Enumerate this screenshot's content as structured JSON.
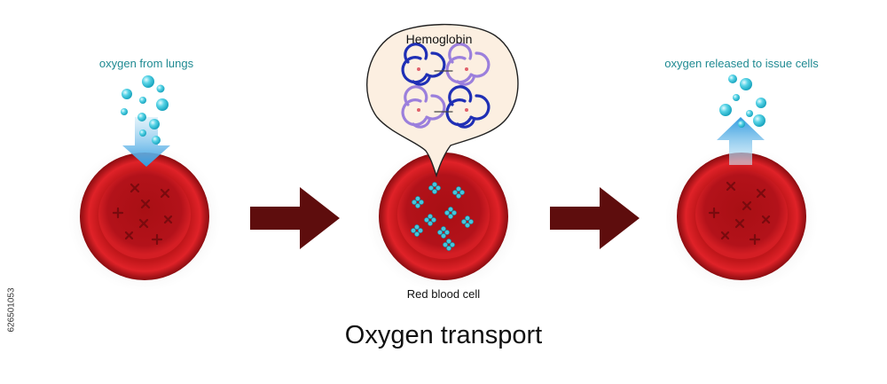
{
  "labels": {
    "oxygen_from_lungs": "oxygen from lungs",
    "oxygen_released": "oxygen released to issue cells",
    "hemoglobin": "Hemoglobin",
    "red_blood_cell": "Red blood cell",
    "title": "Oxygen transport",
    "side_id": "626501053"
  },
  "colors": {
    "label_teal": "#1f8a92",
    "cell_red": "#c4151b",
    "cell_dark": "#7a0a0e",
    "arrow_maroon": "#5e0d0d",
    "oxygen": "#39c6dd",
    "hemoglobin_dark": "#1f2fb5",
    "hemoglobin_light": "#9b7fdc",
    "bubble_fill": "#fcefe1"
  },
  "icons": [
    "red-blood-cell",
    "oxygen-bubble",
    "down-arrow",
    "up-arrow",
    "right-arrow",
    "hemoglobin-molecule"
  ]
}
